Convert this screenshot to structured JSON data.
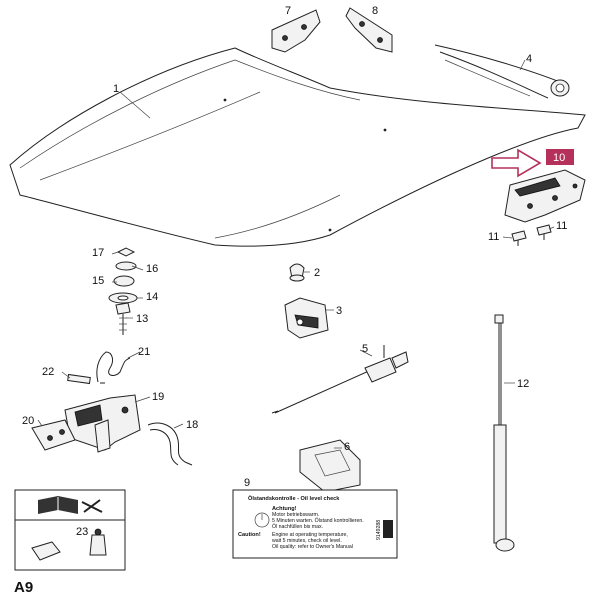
{
  "section_code": "A9",
  "highlight": {
    "number": "10",
    "color": "#b5305a",
    "arrow_color": "#b5305a"
  },
  "callouts": {
    "c1": "1",
    "c2": "2",
    "c3": "3",
    "c4": "4",
    "c5": "5",
    "c6": "6",
    "c7": "7",
    "c8": "8",
    "c9": "9",
    "c11a": "11",
    "c11b": "11",
    "c12": "12",
    "c13": "13",
    "c14": "14",
    "c15": "15",
    "c16": "16",
    "c17": "17",
    "c18": "18",
    "c19": "19",
    "c20": "20",
    "c21": "21",
    "c22": "22",
    "c23": "23"
  },
  "oil_label": {
    "title": "Ölstandskontrolle - Oil level check",
    "lines": [
      "Achtung!",
      "Motor betriebswarm.",
      "5 Minuten warten. Ölstand kontrollieren.",
      "Öl nachfüllen bis max.",
      "Caution!",
      "Engine at operating temperature,",
      "wait 5 minutes, check oil level.",
      "Oil quality: refer to Owner's Manual"
    ],
    "part_no": "9149288"
  }
}
